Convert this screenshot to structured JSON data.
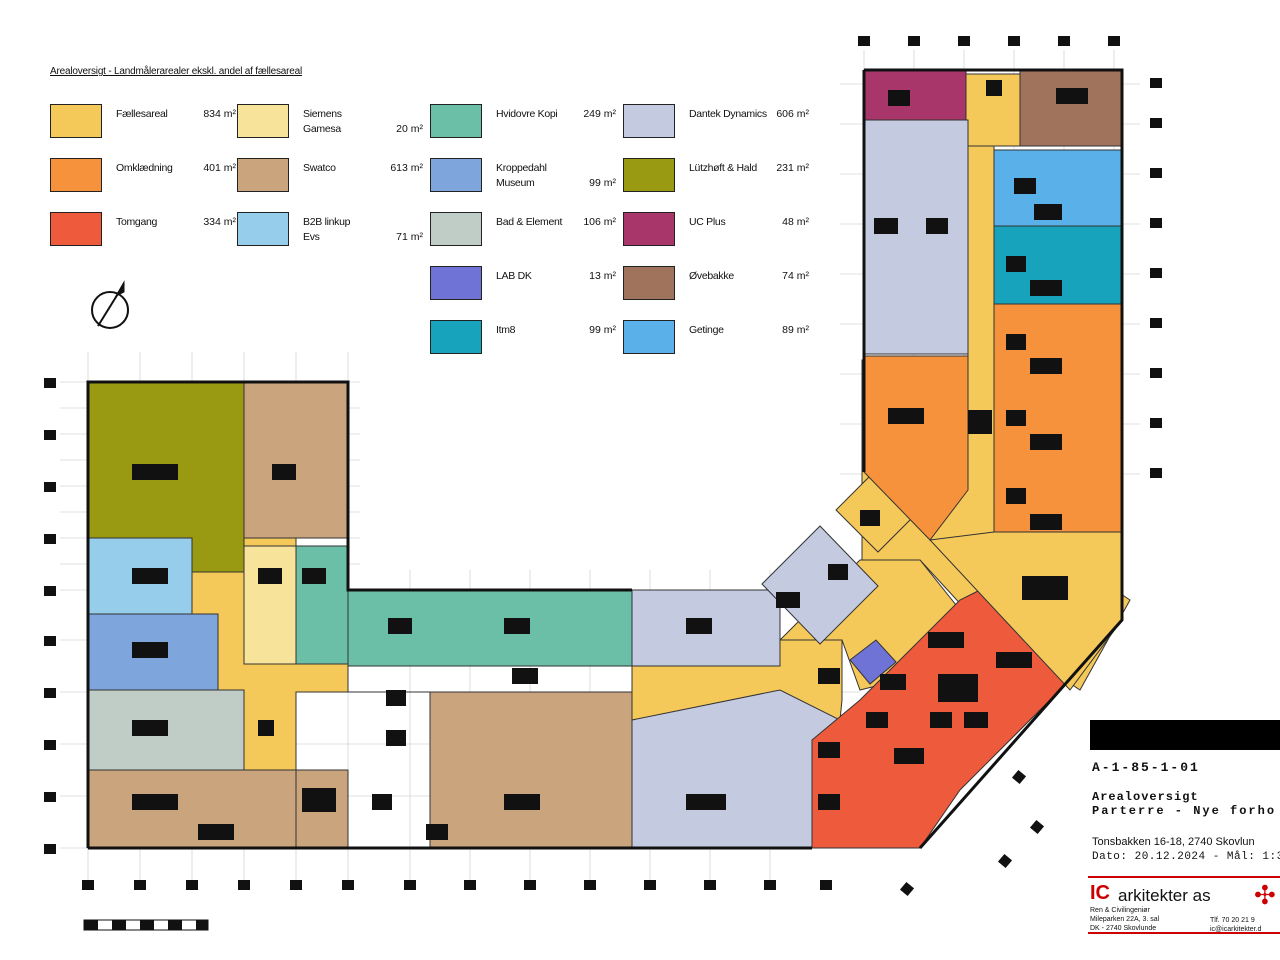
{
  "legend": {
    "title": "Arealoversigt - Landmålerarealer ekskl. andel af fællesareal",
    "items": [
      {
        "name": "Fællesareal",
        "area": "834 m²",
        "color": "#f5c85a"
      },
      {
        "name": "Omklædning",
        "area": "401 m²",
        "color": "#f7923c"
      },
      {
        "name": "Tomgang",
        "area": "334 m²",
        "color": "#ee5a3c"
      },
      {
        "name": "Siemens\nGamesa",
        "area": "20 m²",
        "color": "#f8e39a"
      },
      {
        "name": "Swatco",
        "area": "613 m²",
        "color": "#c9a47c"
      },
      {
        "name": "B2B linkup\nEvs",
        "area": "71 m²",
        "color": "#96cdea"
      },
      {
        "name": "Hvidovre Kopi",
        "area": "249 m²",
        "color": "#6bbfa6"
      },
      {
        "name": "Kroppedahl\nMuseum",
        "area": "99 m²",
        "color": "#7ea5dc"
      },
      {
        "name": "Bad & Element",
        "area": "106 m²",
        "color": "#bfcdc6"
      },
      {
        "name": "LAB DK",
        "area": "13 m²",
        "color": "#6f73d6"
      },
      {
        "name": "Itm8",
        "area": "99 m²",
        "color": "#17a3bb"
      },
      {
        "name": "Dantek Dynamics",
        "area": "606 m²",
        "color": "#c4cadf"
      },
      {
        "name": "Lützhøft & Hald",
        "area": "231 m²",
        "color": "#9a9a12"
      },
      {
        "name": "UC Plus",
        "area": "48 m²",
        "color": "#a8366a"
      },
      {
        "name": "Øvebakke",
        "area": "74 m²",
        "color": "#9f735c"
      },
      {
        "name": "Getinge",
        "area": "89 m²",
        "color": "#5ab0e8"
      }
    ]
  },
  "title_block": {
    "drawing_no": "A-1-85-1-01",
    "title_line1": "Arealoversigt",
    "title_line2": "Parterre - Nye forho",
    "address": "Tonsbakken 16-18, 2740 Skovlun",
    "date_line": "Dato: 20.12.2024 - Mål: 1:3",
    "logo_ic": "IC",
    "logo_name": "arkitekter as",
    "logo_sub": "Ren & Civilingeniør\nMileparken 22A, 3. sal\nDK - 2740 Skovlunde",
    "logo_contact": "Tlf. 70 20 21 9\nic@icarkitekter.d"
  }
}
